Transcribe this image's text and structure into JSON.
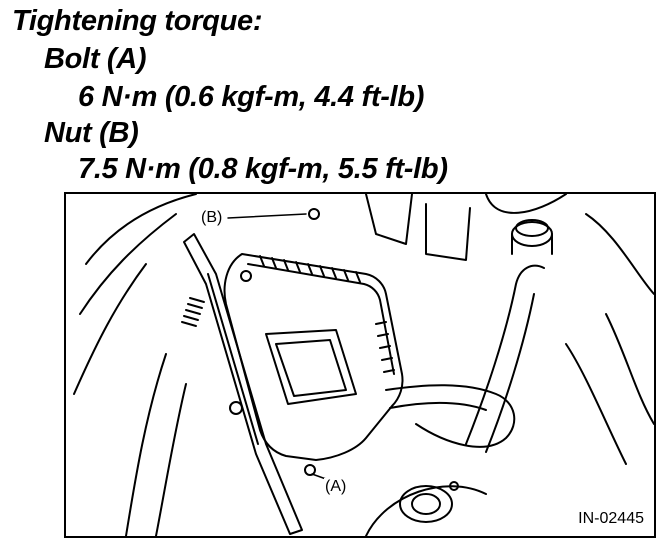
{
  "spec": {
    "title": "Tightening torque:",
    "bolt_label": "Bolt (A)",
    "bolt_value": "6 N·m (0.6 kgf-m, 4.4 ft-lb)",
    "nut_label": "Nut (B)",
    "nut_value": "7.5 N·m (0.8 kgf-m, 5.5 ft-lb)"
  },
  "figure": {
    "callout_b": "(B)",
    "callout_a": "(A)",
    "figure_id": "IN-02445"
  }
}
